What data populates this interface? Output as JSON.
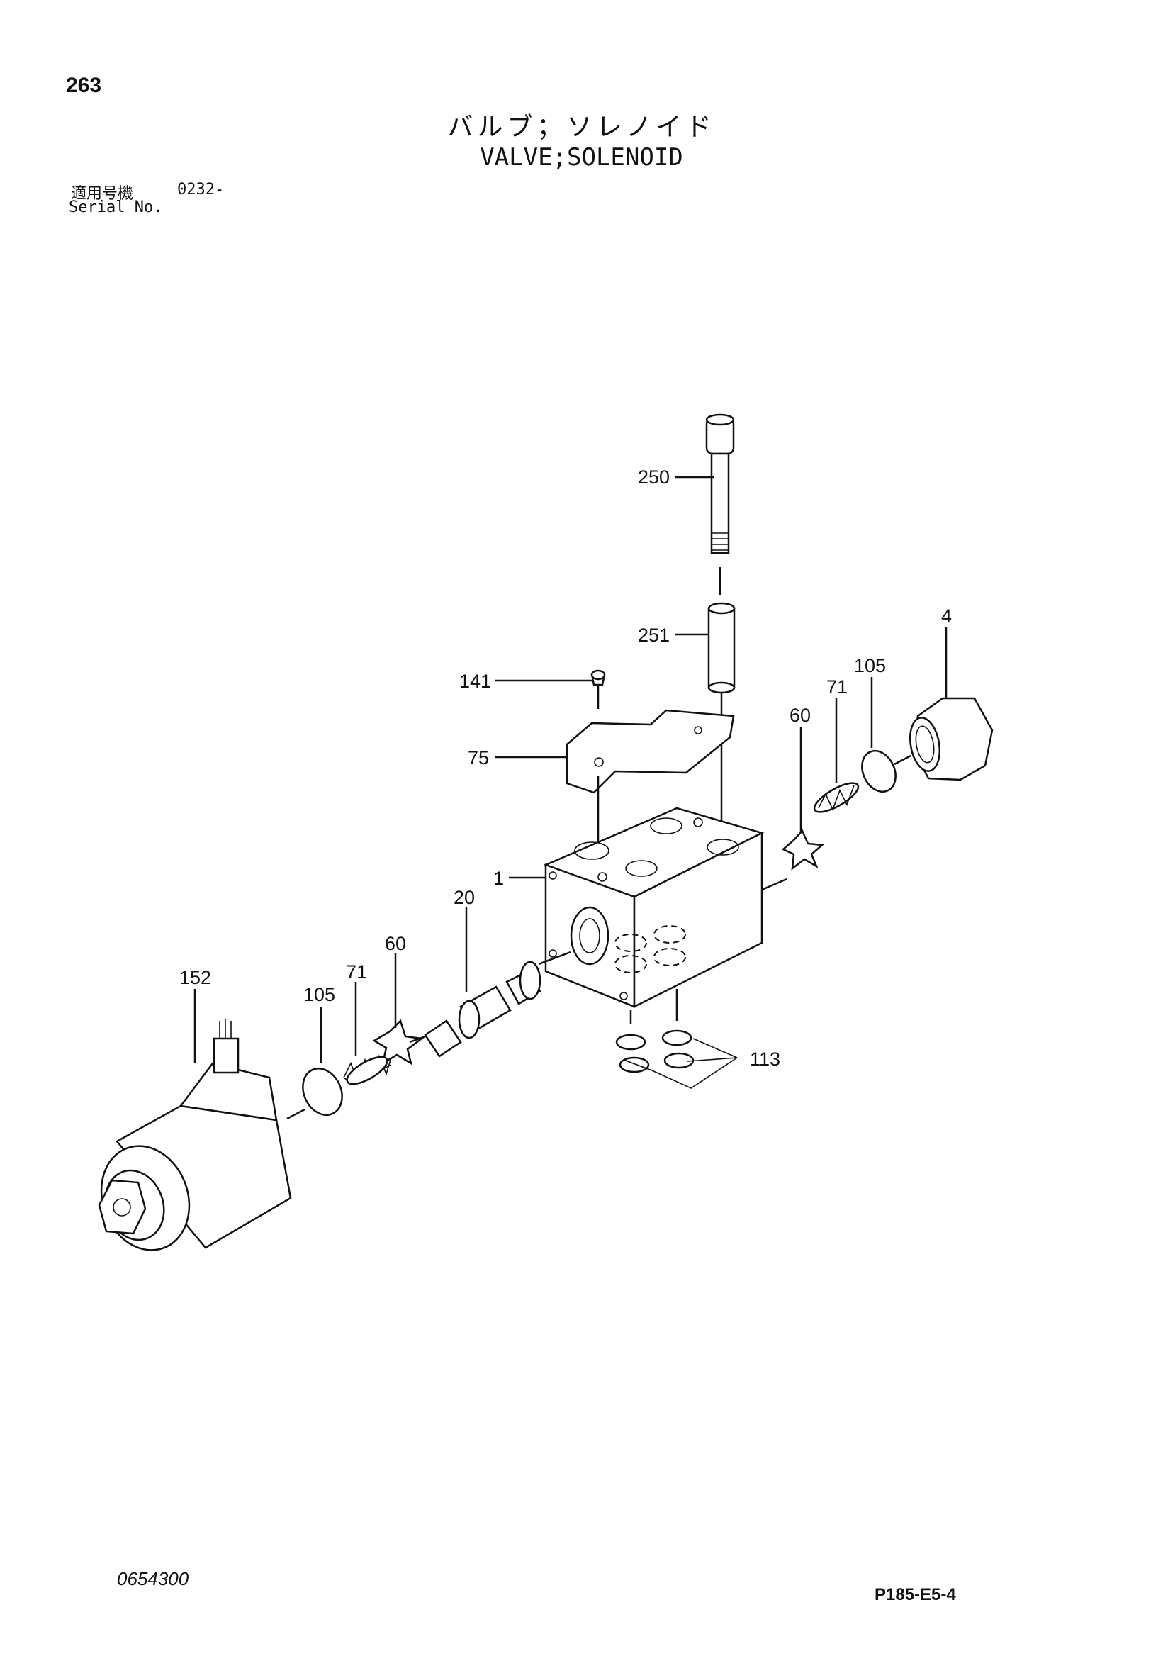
{
  "page": {
    "number": "263",
    "title_jp": "バルブ；ソレノイド",
    "title_en": "VALVE;SOLENOID",
    "serial_label_jp": "適用号機",
    "serial_value": "0232-",
    "serial_label_en": "Serial No.",
    "document_number": "0654300",
    "page_code": "P185-E5-4"
  },
  "callouts": [
    "250",
    "251",
    "141",
    "75",
    "1",
    "20",
    "60",
    "71",
    "105",
    "152",
    "60",
    "71",
    "105",
    "4",
    "113"
  ]
}
